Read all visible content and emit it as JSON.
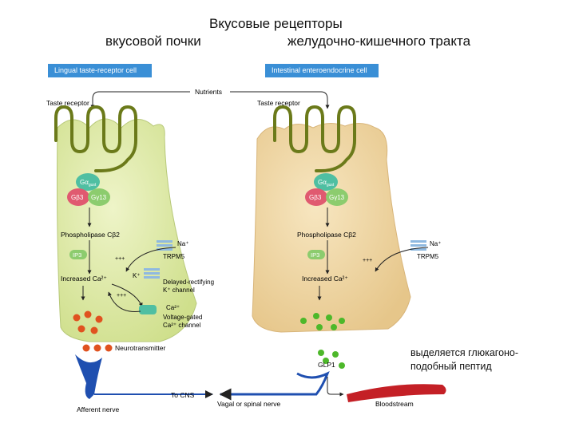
{
  "title": {
    "main": "Вкусовые рецепторы",
    "left": "вкусовой почки",
    "right": "желудочно-кишечного тракта"
  },
  "headers": {
    "left": "Lingual taste-receptor cell",
    "right": "Intestinal enteroendocrine cell"
  },
  "labels": {
    "nutrients": "Nutrients",
    "taste_receptor": "Taste receptor",
    "g_alpha": "Gα",
    "g_alpha_sub": "gust",
    "g_beta": "Gβ3",
    "g_gamma": "Gγ13",
    "plc_left": "Phospholipase Cβ2",
    "plc_right": "Phospholipase Cβ2",
    "ip3": "IP3",
    "na": "Na⁺",
    "trpm5": "TRPM5",
    "plus": "+++",
    "increased_ca": "Increased Ca²⁺",
    "k": "K⁺",
    "delayed_k": "Delayed-rectifying",
    "delayed_k2": "K⁺ channel",
    "ca": "Ca²⁺",
    "vg_ca": "Voltage-gated",
    "vg_ca2": "Ca²⁺ channel",
    "neurotransmitter": "Neurotransmitter",
    "glp1": "GLP1",
    "afferent": "Afferent nerve",
    "to_cns": "To CNS",
    "vagal": "Vagal or spinal nerve",
    "bloodstream": "Bloodstream"
  },
  "note": {
    "line1": "выделяется глюкагоно-",
    "line2": "подобный пептид"
  },
  "colors": {
    "left_cell": "#dbe8a8",
    "right_cell": "#f0d8a6",
    "header": "#3a8fd6",
    "g_alpha": "#4fbfa2",
    "g_beta": "#e05a70",
    "g_gamma": "#8ccc6e",
    "ip3": "#8ccc6e",
    "vesicle_left": "#e0521f",
    "vesicle_right": "#4db82a",
    "nerve": "#1f4fb0",
    "bloodstream": "#c42026",
    "channel": "#8fb9e0"
  }
}
